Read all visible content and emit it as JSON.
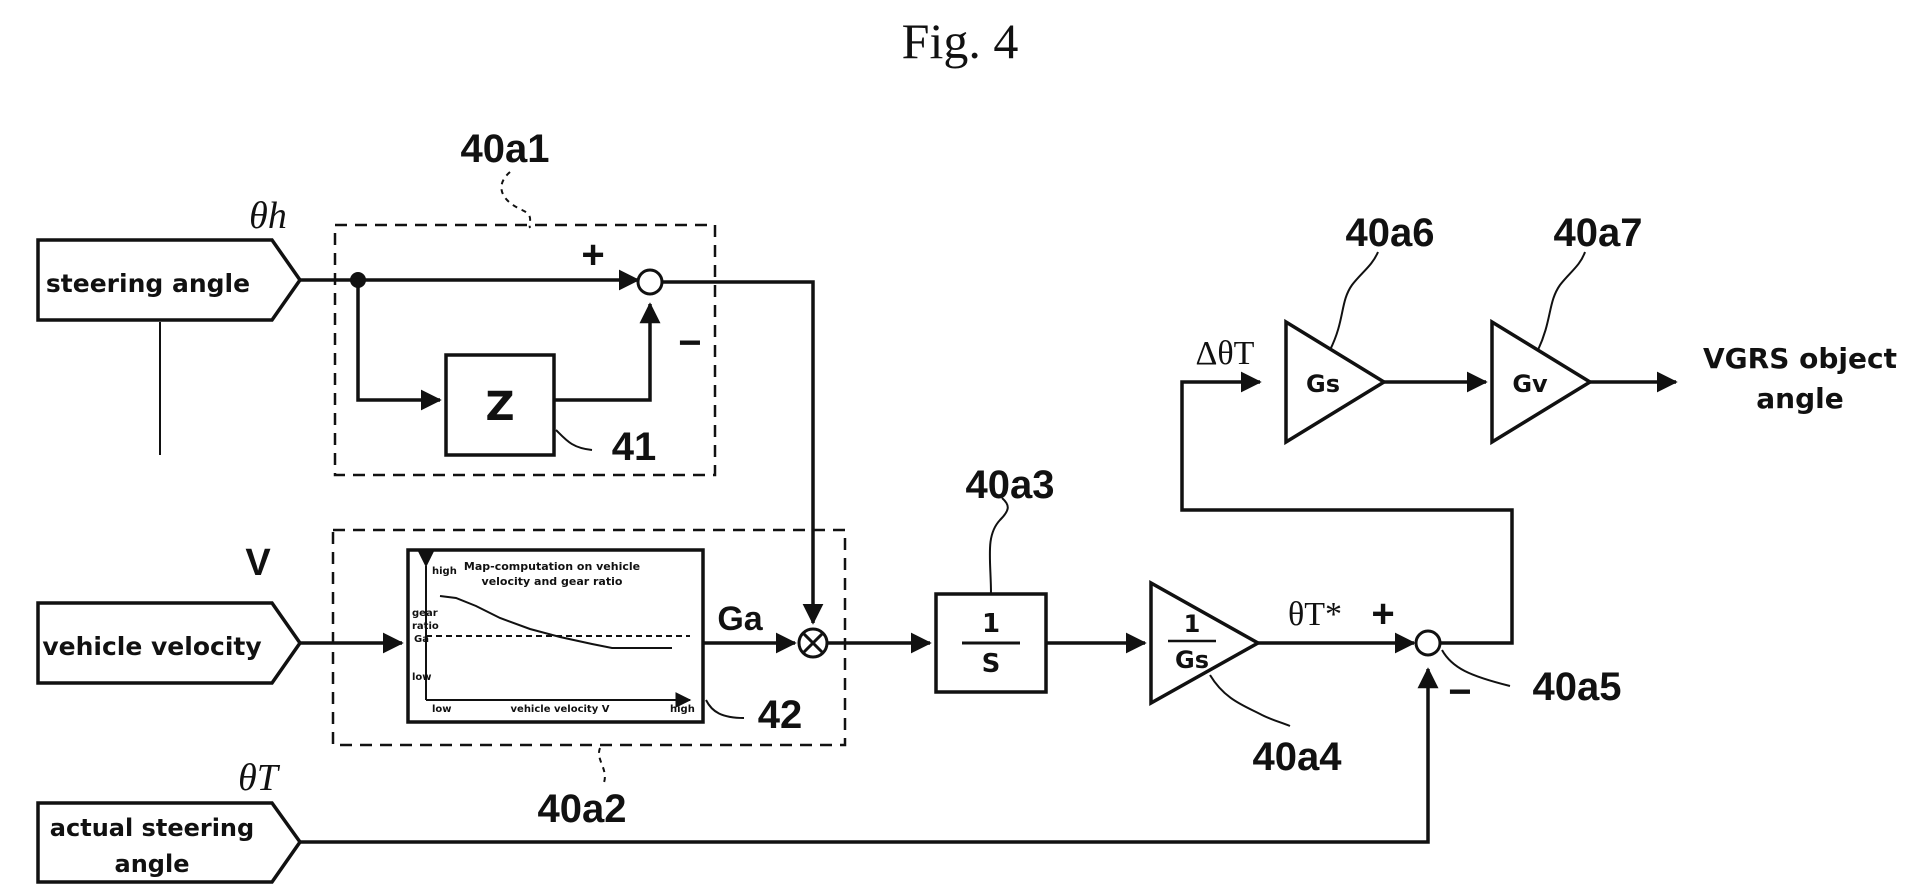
{
  "figure": {
    "title": "Fig. 4"
  },
  "inputs": {
    "steering": {
      "symbol": "θh",
      "label": "steering angle"
    },
    "velocity": {
      "symbol": "V",
      "label": "vehicle velocity"
    },
    "actual": {
      "symbol": "θT",
      "label_line1": "actual steering",
      "label_line2": "angle"
    }
  },
  "blocks": {
    "delay": {
      "symbol": "Z",
      "ref": "41"
    },
    "map": {
      "ref": "42",
      "output": "Ga"
    },
    "integrator": {
      "numerator": "1",
      "denominator": "S"
    },
    "inverse_gain": {
      "numerator": "1",
      "denominator": "Gs"
    },
    "gain_s": {
      "label": "Gs"
    },
    "gain_v": {
      "label": "Gv"
    }
  },
  "map_graph": {
    "title_line1": "Map-computation on vehicle",
    "title_line2": "velocity and gear ratio",
    "y_high": "high",
    "y_label_line1": "gear",
    "y_label_line2": "ratio",
    "y_label_line3": "Ga",
    "y_low": "low",
    "x_low": "low",
    "x_label": "vehicle velocity V",
    "x_high": "high"
  },
  "signals": {
    "theta_t_star": "θT*",
    "delta_theta_t": "ΔθT"
  },
  "signs": {
    "junction1_plus": "+",
    "junction1_minus": "−",
    "junction2_plus": "+",
    "junction2_minus": "−"
  },
  "output": {
    "line1": "VGRS object",
    "line2": "angle"
  },
  "refs": {
    "r40a1": "40a1",
    "r40a2": "40a2",
    "r40a3": "40a3",
    "r40a4": "40a4",
    "r40a5": "40a5",
    "r40a6": "40a6",
    "r40a7": "40a7"
  }
}
